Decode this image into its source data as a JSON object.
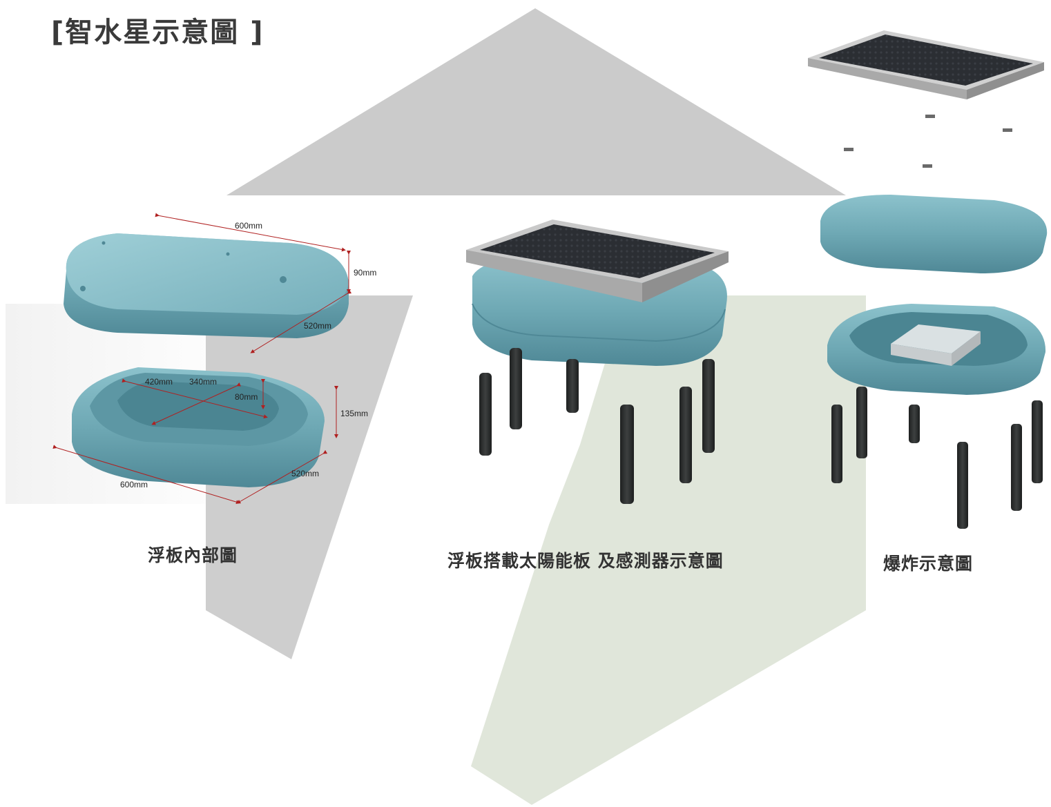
{
  "header": {
    "title": "[智水星示意圖 ]"
  },
  "captions": {
    "inner": "浮板內部圖",
    "assembled": "浮板搭載太陽能板 及感測器示意圖",
    "exploded": "爆炸示意圖"
  },
  "dimensions": {
    "lid_length": "600mm",
    "lid_height": "90mm",
    "lid_width": "520mm",
    "inner_length": "420mm",
    "inner_width": "340mm",
    "inner_depth": "80mm",
    "base_height": "135mm",
    "base_width": "520mm",
    "base_length": "600mm"
  },
  "colors": {
    "float_body": "#6fa8b4",
    "float_dark": "#4f8896",
    "solar_panel": "#2b2e33",
    "panel_frame": "#c9c9c9",
    "sensor": "#2a2c2c",
    "gray_shape": "#cbcbcb",
    "green_shape": "#dde3d6",
    "dimension_line": "#b02020"
  }
}
